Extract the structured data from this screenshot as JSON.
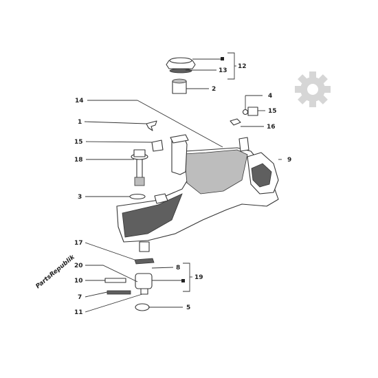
{
  "watermark": {
    "text": "PartsRepublik"
  },
  "callouts": {
    "n1": "1",
    "n2": "2",
    "n3": "3",
    "n4": "4",
    "n5": "5",
    "n7": "7",
    "n8": "8",
    "n9": "9",
    "n10": "10",
    "n11": "11",
    "n12": "12",
    "n13": "13",
    "n14": "14",
    "n15a": "15",
    "n15b": "15",
    "n16": "16",
    "n17": "17",
    "n18": "18",
    "n19": "19",
    "n20": "20"
  }
}
